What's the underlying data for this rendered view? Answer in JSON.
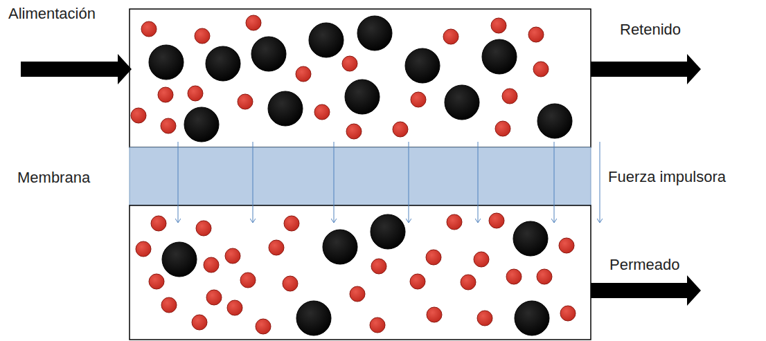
{
  "diagram": {
    "labels": [
      "Alimentación",
      "Retenido",
      "Membrana",
      "Fuerza impulsora",
      "Permeado"
    ]
  }
}
